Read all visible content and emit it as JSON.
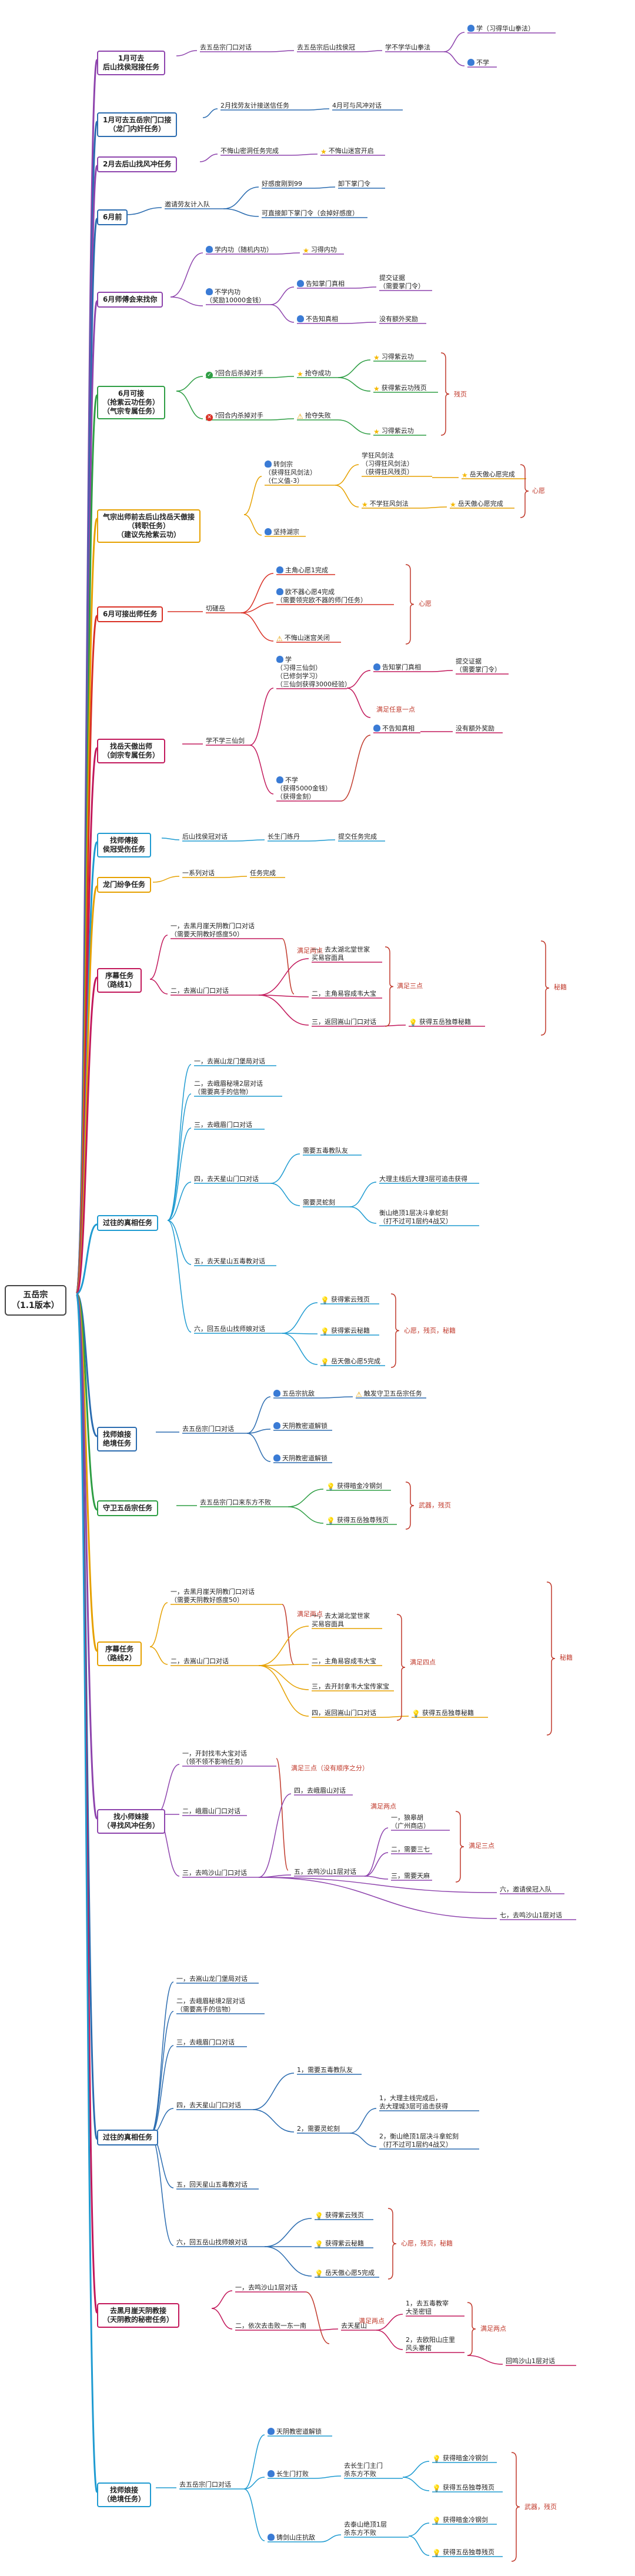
{
  "root": "五岳宗\n（1.1版本）",
  "sections": [
    {
      "title": "1月可去\n后山找侯冠接任务",
      "color": "#8e44ad"
    },
    {
      "title": "1月可去五岳宗门口接\n（龙门内奸任务）",
      "color": "#2b6cb0"
    },
    {
      "title": "2月去后山找风冲任务",
      "color": "#8e44ad"
    },
    {
      "title": "6月前",
      "color": "#2b6cb0"
    },
    {
      "title": "6月师傅会来找你",
      "color": "#8e44ad"
    },
    {
      "title": "6月可接\n（抢紫云功任务）\n（气宗专属任务）",
      "color": "#2e9e44"
    },
    {
      "title": "气宗出师前去后山找岳天傲接\n（转职任务）\n（建议先抢紫云功）",
      "color": "#e6a100"
    },
    {
      "title": "6月可接出师任务",
      "color": "#d93025"
    },
    {
      "title": "找岳天傲出师\n（剑宗专属任务）",
      "color": "#c2185b"
    },
    {
      "title": "找师傅接\n侯冠受伤任务",
      "color": "#1f9bd1"
    },
    {
      "title": "龙门纷争任务",
      "color": "#e6a100"
    },
    {
      "title": "序幕任务\n（路线1）",
      "color": "#c2185b"
    },
    {
      "title": "过往的真相任务",
      "color": "#1f9bd1"
    },
    {
      "title": "找师娘接\n绝境任务",
      "color": "#2b6cb0"
    },
    {
      "title": "守卫五岳宗任务",
      "color": "#2e9e44"
    },
    {
      "title": "序幕任务\n（路线2）",
      "color": "#e6a100"
    },
    {
      "title": "找小师妹接\n（寻找风冲任务）",
      "color": "#8e44ad"
    },
    {
      "title": "过往的真相任务",
      "color": "#2b6cb0"
    },
    {
      "title": "去黑月崖天阴教接\n（天阴教的秘密任务）",
      "color": "#c2185b"
    },
    {
      "title": "找师娘接\n（绝境任务）",
      "color": "#1f9bd1"
    }
  ],
  "labels": {
    "s1": [
      "去五岳宗门口对话",
      "去五岳宗后山找侯冠",
      "学不学华山拳法",
      "学（习得华山拳法）",
      "不学"
    ],
    "s2": [
      "2月找劳友计接送信任务",
      "4月可与风冲对话"
    ],
    "s3": [
      "不悔山密洞任务完成",
      "不悔山迷宫开启"
    ],
    "s4": [
      "好感度刚到99",
      "卸下掌门令",
      "邀请劳友计入队",
      "可直接卸下掌门令（会掉好感度）"
    ],
    "s5": [
      "学内功（随机内功）",
      "习得内功",
      "不学内功\n（奖励10000金钱）",
      "告知掌门真相",
      "提交证据\n（需要掌门令）",
      "不告知真相",
      "没有额外奖励"
    ],
    "s6": [
      "?回合后杀掉对手",
      "抢夺成功",
      "习得紫云功",
      "获得紫云功残页",
      "?回合内杀掉对手",
      "抢夺失败",
      "习得紫云功",
      "残页"
    ],
    "s7": [
      "转剑宗\n（获得狂风剑法）\n（仁义值-3）",
      "学狂风剑法\n（习得狂风剑法）\n（获得狂风残页）",
      "岳天傲心愿完成",
      "不学狂风剑法",
      "岳天傲心愿完成",
      "坚持湖宗",
      "心愿"
    ],
    "s8": [
      "切磋岳",
      "主角心愿1完成",
      "欧不器心愿4完成\n（需要领完欧不器的师门任务）",
      "不悔山迷宫关闭",
      "心愿"
    ],
    "s9": [
      "学不学三仙剑",
      "学\n（习得三仙剑）\n（已修剑学习）\n（三仙剑获得3000经验）",
      "告知掌门真相",
      "提交证据\n（需要掌门令）",
      "满足任意一点",
      "不告知真相",
      "没有额外奖励",
      "不学\n（获得5000金钱）\n（获得金刻）"
    ],
    "s10": [
      "后山找侯冠对话",
      "长生门练丹",
      "提交任务完成"
    ],
    "s11": [
      "一系列对话",
      "任务完成"
    ],
    "s12": [
      "一，去黑月崖天阴教门口对话\n（需要天阴教好感度50）",
      "满足两点",
      "二，去嵩山门口对话",
      "一，去太湖北堂世家\n买易容面具",
      "二，主角易容成韦大宝",
      "三，返回嵩山门口对话",
      "获得五岳独尊秘籍",
      "满足三点",
      "秘籍"
    ],
    "s13": [
      "一，去嵩山龙门堡局对话",
      "二，去峨眉秘境2层对话\n（需要高手的信物）",
      "三，去峨眉门口对话",
      "四，去天星山门口对话",
      "需要五毒教队友",
      "需要灵蛇刻",
      "大理主线后大理3层可追击获得",
      "衡山绝顶1层决斗拿蛇刻\n（打不过可1层约4战又）",
      "五，去天星山五毒教对话",
      "六，回五岳山找师娘对话",
      "获得紫云残页",
      "获得紫云秘籍",
      "岳天傲心愿5完成",
      "心愿，残页，秘籍"
    ],
    "s14": [
      "五岳宗抗敌",
      "触发守卫五岳宗任务",
      "天阴教密道解锁",
      "天阴教密道解锁",
      "去五岳宗门口对话"
    ],
    "s15": [
      "去五岳宗门口来东方不败",
      "获得暗金冷钢剑",
      "获得五岳独尊残页",
      "武器，残页"
    ],
    "s16": [
      "一，去黑月崖天阴教门口对话\n（需要天阴教好感度50）",
      "满足两点",
      "二，去嵩山门口对话",
      "一，去太湖北堂世家\n买易容面具",
      "二，主角易容成韦大宝",
      "三，去开封拿韦大宝传家宝",
      "四，返回嵩山门口对话",
      "获得五岳独尊秘籍",
      "满足四点",
      "秘籍"
    ],
    "s17": [
      "一，开封找韦大宝对话\n（领不领不影响任务）",
      "满足三点（没有顺序之分）",
      "二，峨眉山门口对话",
      "三，去鸣沙山门口对话",
      "满足两点",
      "四，去峨眉山对话",
      "一，狼皋胡\n（广州商店）",
      "五，去鸣沙山1层对话",
      "二，需要三七",
      "三，需要天麻",
      "满足三点",
      "六，邀请侯冠入队",
      "七，去鸣沙山1层对话"
    ],
    "s18": [
      "一，去嵩山龙门堡局对话",
      "二，去峨眉秘境2层对话\n（需要高手的信物）",
      "三，去峨眉门口对话",
      "四，去天星山门口对话",
      "1，需要五毒教队友",
      "2，需要灵蛇刻",
      "1，大理主线完成后，\n去大理城3层可追击获得",
      "2，衡山绝顶1层决斗拿蛇刻\n（打不过可1层约4战又）",
      "五，回天星山五毒教对话",
      "六，回五岳山找师娘对话",
      "获得紫云残页",
      "获得紫云秘籍",
      "岳天傲心愿5完成",
      "心愿，残页，秘籍"
    ],
    "s19": [
      "一，去鸣沙山1层对话",
      "满足两点",
      "二，依次去击败一东一南",
      "去天星山",
      "1，去五毒教宰\n大圣密钮",
      "2，去欧阳山庄里\n风头寨棺",
      "满足两点",
      "回鸣沙山1层对话"
    ],
    "s20": [
      "天阴教密道解锁",
      "长生门打败",
      "去长生门主门\n杀东方不败",
      "获得暗金冷钢剑",
      "获得五岳独尊残页",
      "去五岳宗门口对话",
      "铸剑山庄抗敌",
      "去泰山绝顶1层\n杀东方不败",
      "获得暗金冷钢剑",
      "获得五岳独尊残页",
      "武器，残页"
    ]
  }
}
